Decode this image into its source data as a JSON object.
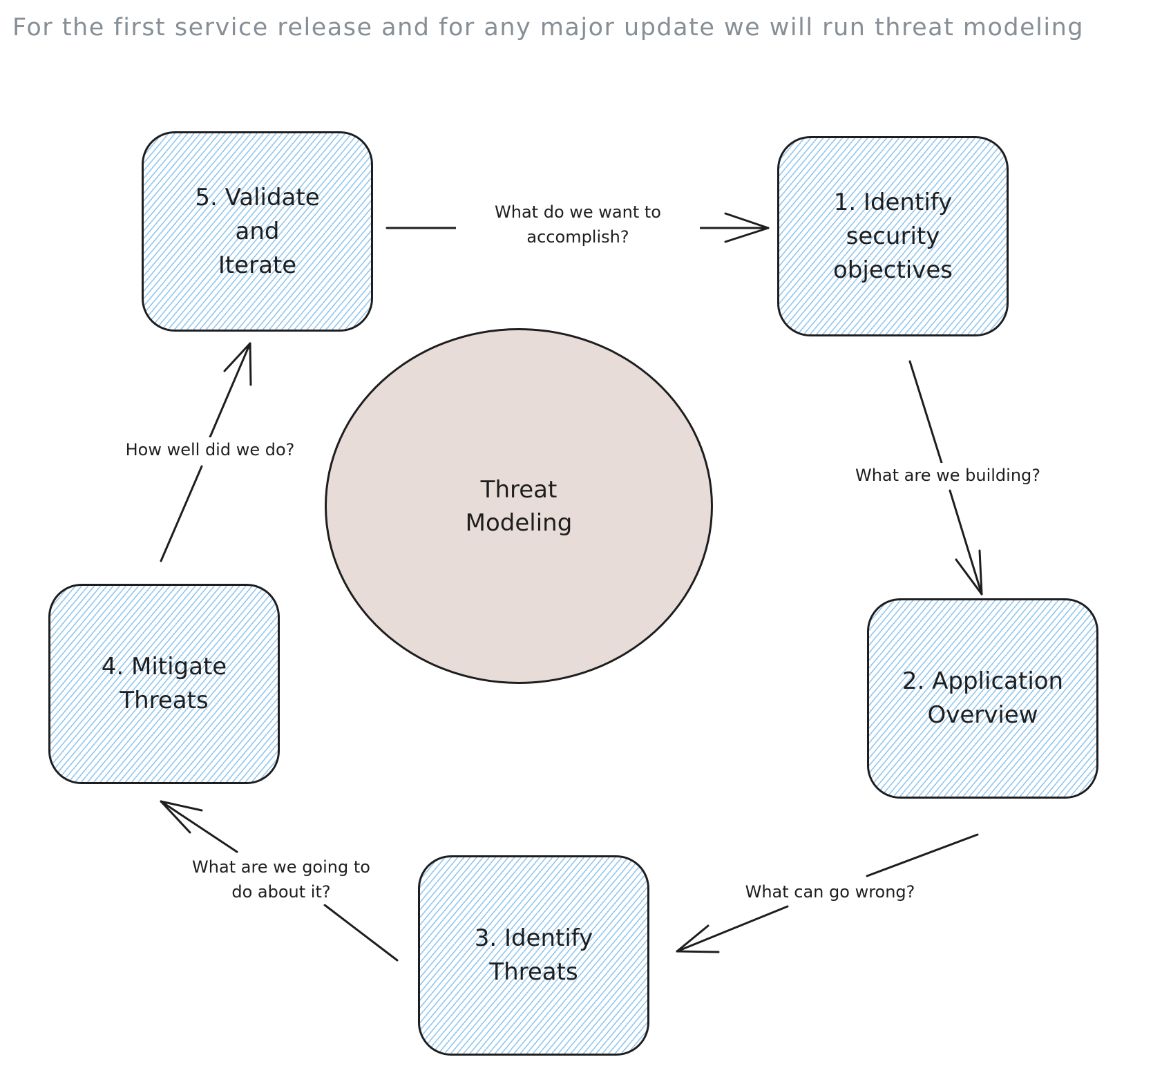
{
  "title": "For the first service release and for any major update we will run threat modeling",
  "center": {
    "label": "Threat\nModeling"
  },
  "steps": [
    {
      "label": "1. Identify\nsecurity\nobjectives"
    },
    {
      "label": "2. Application\nOverview"
    },
    {
      "label": "3. Identify\nThreats"
    },
    {
      "label": "4. Mitigate\nThreats"
    },
    {
      "label": "5. Validate\nand\nIterate"
    }
  ],
  "edges": [
    {
      "from": "5. Validate and Iterate",
      "to": "1. Identify security objectives",
      "label": "What do we want to\naccomplish?"
    },
    {
      "from": "1. Identify security objectives",
      "to": "2. Application Overview",
      "label": "What are we building?"
    },
    {
      "from": "2. Application Overview",
      "to": "3. Identify Threats",
      "label": "What can go wrong?"
    },
    {
      "from": "3. Identify Threats",
      "to": "4. Mitigate Threats",
      "label": "What are we going to\ndo about it?"
    },
    {
      "from": "4. Mitigate Threats",
      "to": "5. Validate and Iterate",
      "label": "How well did we do?"
    }
  ],
  "colors": {
    "box_fill_hatch": "#8cc4ee",
    "circle_fill": "#e8dcd8",
    "stroke": "#1e1e1e",
    "title": "#868e96"
  }
}
